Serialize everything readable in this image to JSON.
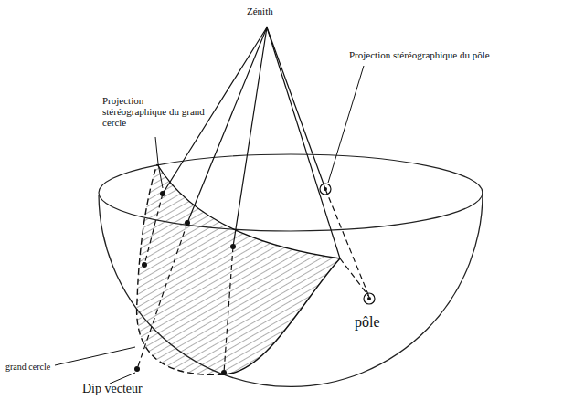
{
  "diagram": {
    "labels": [
      "Zénith",
      "Projection stéréographique du grand cercle",
      "Projection stéréographique du pôle",
      "pôle",
      "grand cercle",
      "Dip vecteur"
    ]
  }
}
